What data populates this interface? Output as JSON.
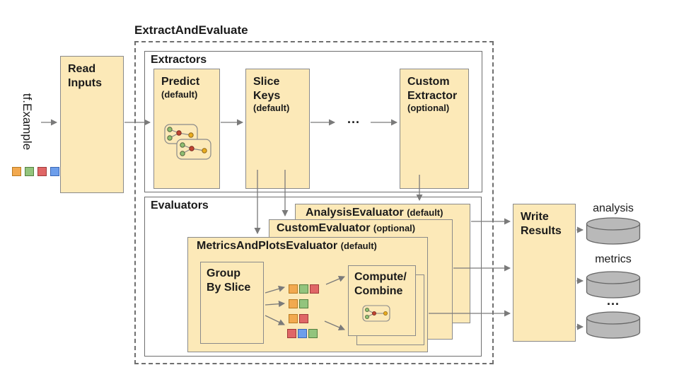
{
  "title": "ExtractAndEvaluate",
  "sections": {
    "extractors": "Extractors",
    "evaluators": "Evaluators"
  },
  "input": {
    "label": "tf.Example",
    "legend": [
      "orange",
      "green",
      "red",
      "blue"
    ]
  },
  "nodes": {
    "read_inputs": {
      "label": "Read\nInputs"
    },
    "predict": {
      "label": "Predict",
      "qualifier": "(default)"
    },
    "slice_keys": {
      "label": "Slice\nKeys",
      "qualifier": "(default)"
    },
    "extractor_ellipsis": "...",
    "custom_extractor": {
      "label": "Custom\nExtractor",
      "qualifier": "(optional)"
    },
    "analysis_evaluator": {
      "label": "AnalysisEvaluator",
      "qualifier": "(default)"
    },
    "custom_evaluator": {
      "label": "CustomEvaluator",
      "qualifier": "(optional)"
    },
    "metrics_evaluator": {
      "label": "MetricsAndPlotsEvaluator",
      "qualifier": "(default)"
    },
    "group_by_slice": {
      "label": "Group\nBy Slice"
    },
    "compute_combine": {
      "label": "Compute/\nCombine"
    },
    "write_results": {
      "label": "Write\nResults"
    }
  },
  "outputs": [
    {
      "label": "analysis"
    },
    {
      "label": "metrics"
    },
    {
      "label": "..."
    }
  ],
  "square_rows": [
    [
      "orange",
      "green",
      "red"
    ],
    [
      "orange",
      "green"
    ],
    [
      "orange",
      "red"
    ],
    [
      "red",
      "blue",
      "green"
    ]
  ],
  "colors": {
    "box_fill": "#FCE9B8",
    "box_border": "#8A8A8A",
    "frame_border": "#6F6F6F",
    "arrow": "#7A7A7A",
    "cylinder_fill": "#B9B9B9",
    "cylinder_stroke": "#666666",
    "squares": {
      "orange": {
        "fill": "#F2A94F",
        "border": "#B97B22"
      },
      "green": {
        "fill": "#93C47D",
        "border": "#557F40"
      },
      "red": {
        "fill": "#E06666",
        "border": "#9E3A3A"
      },
      "blue": {
        "fill": "#6D9EEB",
        "border": "#3A67B5"
      }
    },
    "icon_dots": {
      "green": "#8FBF72",
      "red": "#C04432",
      "yellow": "#E8AC1F"
    }
  }
}
